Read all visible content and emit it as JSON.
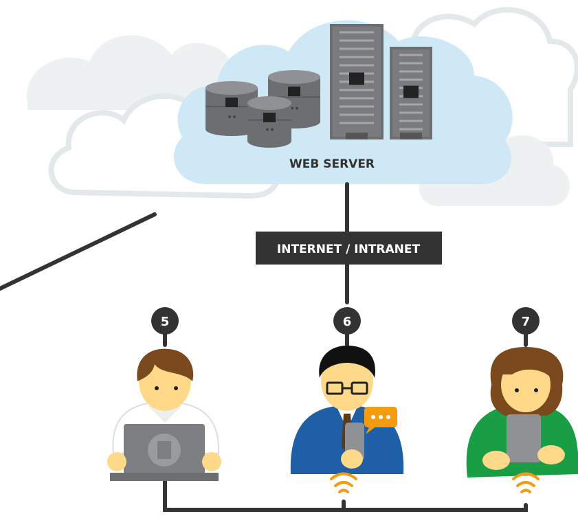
{
  "diagram": {
    "server_label": "WEB SERVER",
    "network_label": "INTERNET / INTRANET",
    "users": [
      {
        "number": "5",
        "device": "laptop"
      },
      {
        "number": "6",
        "device": "smartphone"
      },
      {
        "number": "7",
        "device": "tablet"
      }
    ]
  },
  "colors": {
    "cloud_fill": "#cfe8f6",
    "cloud_outline": "#e3e8ea",
    "server_dark": "#6d6e71",
    "server_light": "#8f9194",
    "line": "#333333",
    "label_bg": "#333333",
    "wifi": "#f39c12",
    "chat_bubble": "#f39c12",
    "shirt_blue": "#1f5fa5",
    "shirt_green": "#1a9e45",
    "skin": "#ffd98a",
    "hair_brown": "#7a4a1e",
    "hair_black": "#111111"
  }
}
